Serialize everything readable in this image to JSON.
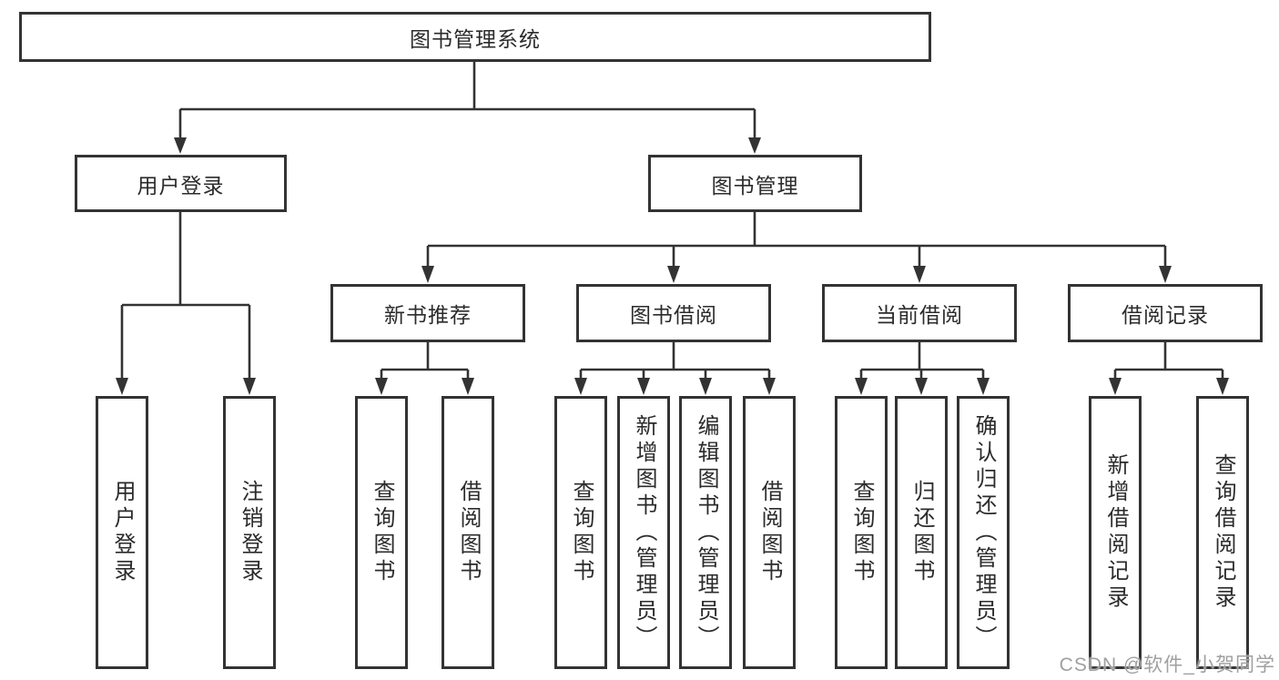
{
  "diagram": {
    "type": "hierarchy-tree",
    "root": {
      "label": "图书管理系统",
      "children": [
        {
          "label": "用户登录",
          "children": [
            {
              "label": "用户登录"
            },
            {
              "label": "注销登录"
            }
          ]
        },
        {
          "label": "图书管理",
          "children": [
            {
              "label": "新书推荐",
              "children": [
                {
                  "label": "查询图书"
                },
                {
                  "label": "借阅图书"
                }
              ]
            },
            {
              "label": "图书借阅",
              "children": [
                {
                  "label": "查询图书"
                },
                {
                  "label": "新增图书（管理员）"
                },
                {
                  "label": "编辑图书（管理员）"
                },
                {
                  "label": "借阅图书"
                }
              ]
            },
            {
              "label": "当前借阅",
              "children": [
                {
                  "label": "查询图书"
                },
                {
                  "label": "归还图书"
                },
                {
                  "label": "确认归还（管理员）"
                }
              ]
            },
            {
              "label": "借阅记录",
              "children": [
                {
                  "label": "新增借阅记录"
                },
                {
                  "label": "查询借阅记录"
                }
              ]
            }
          ]
        }
      ]
    }
  },
  "watermark": "CSDN @软件_小贺同学",
  "colors": {
    "line": "#333333",
    "text": "#2b2b2b",
    "box_background": "#ffffff",
    "page_background": "#ffffff",
    "watermark": "#a0a0a0"
  }
}
